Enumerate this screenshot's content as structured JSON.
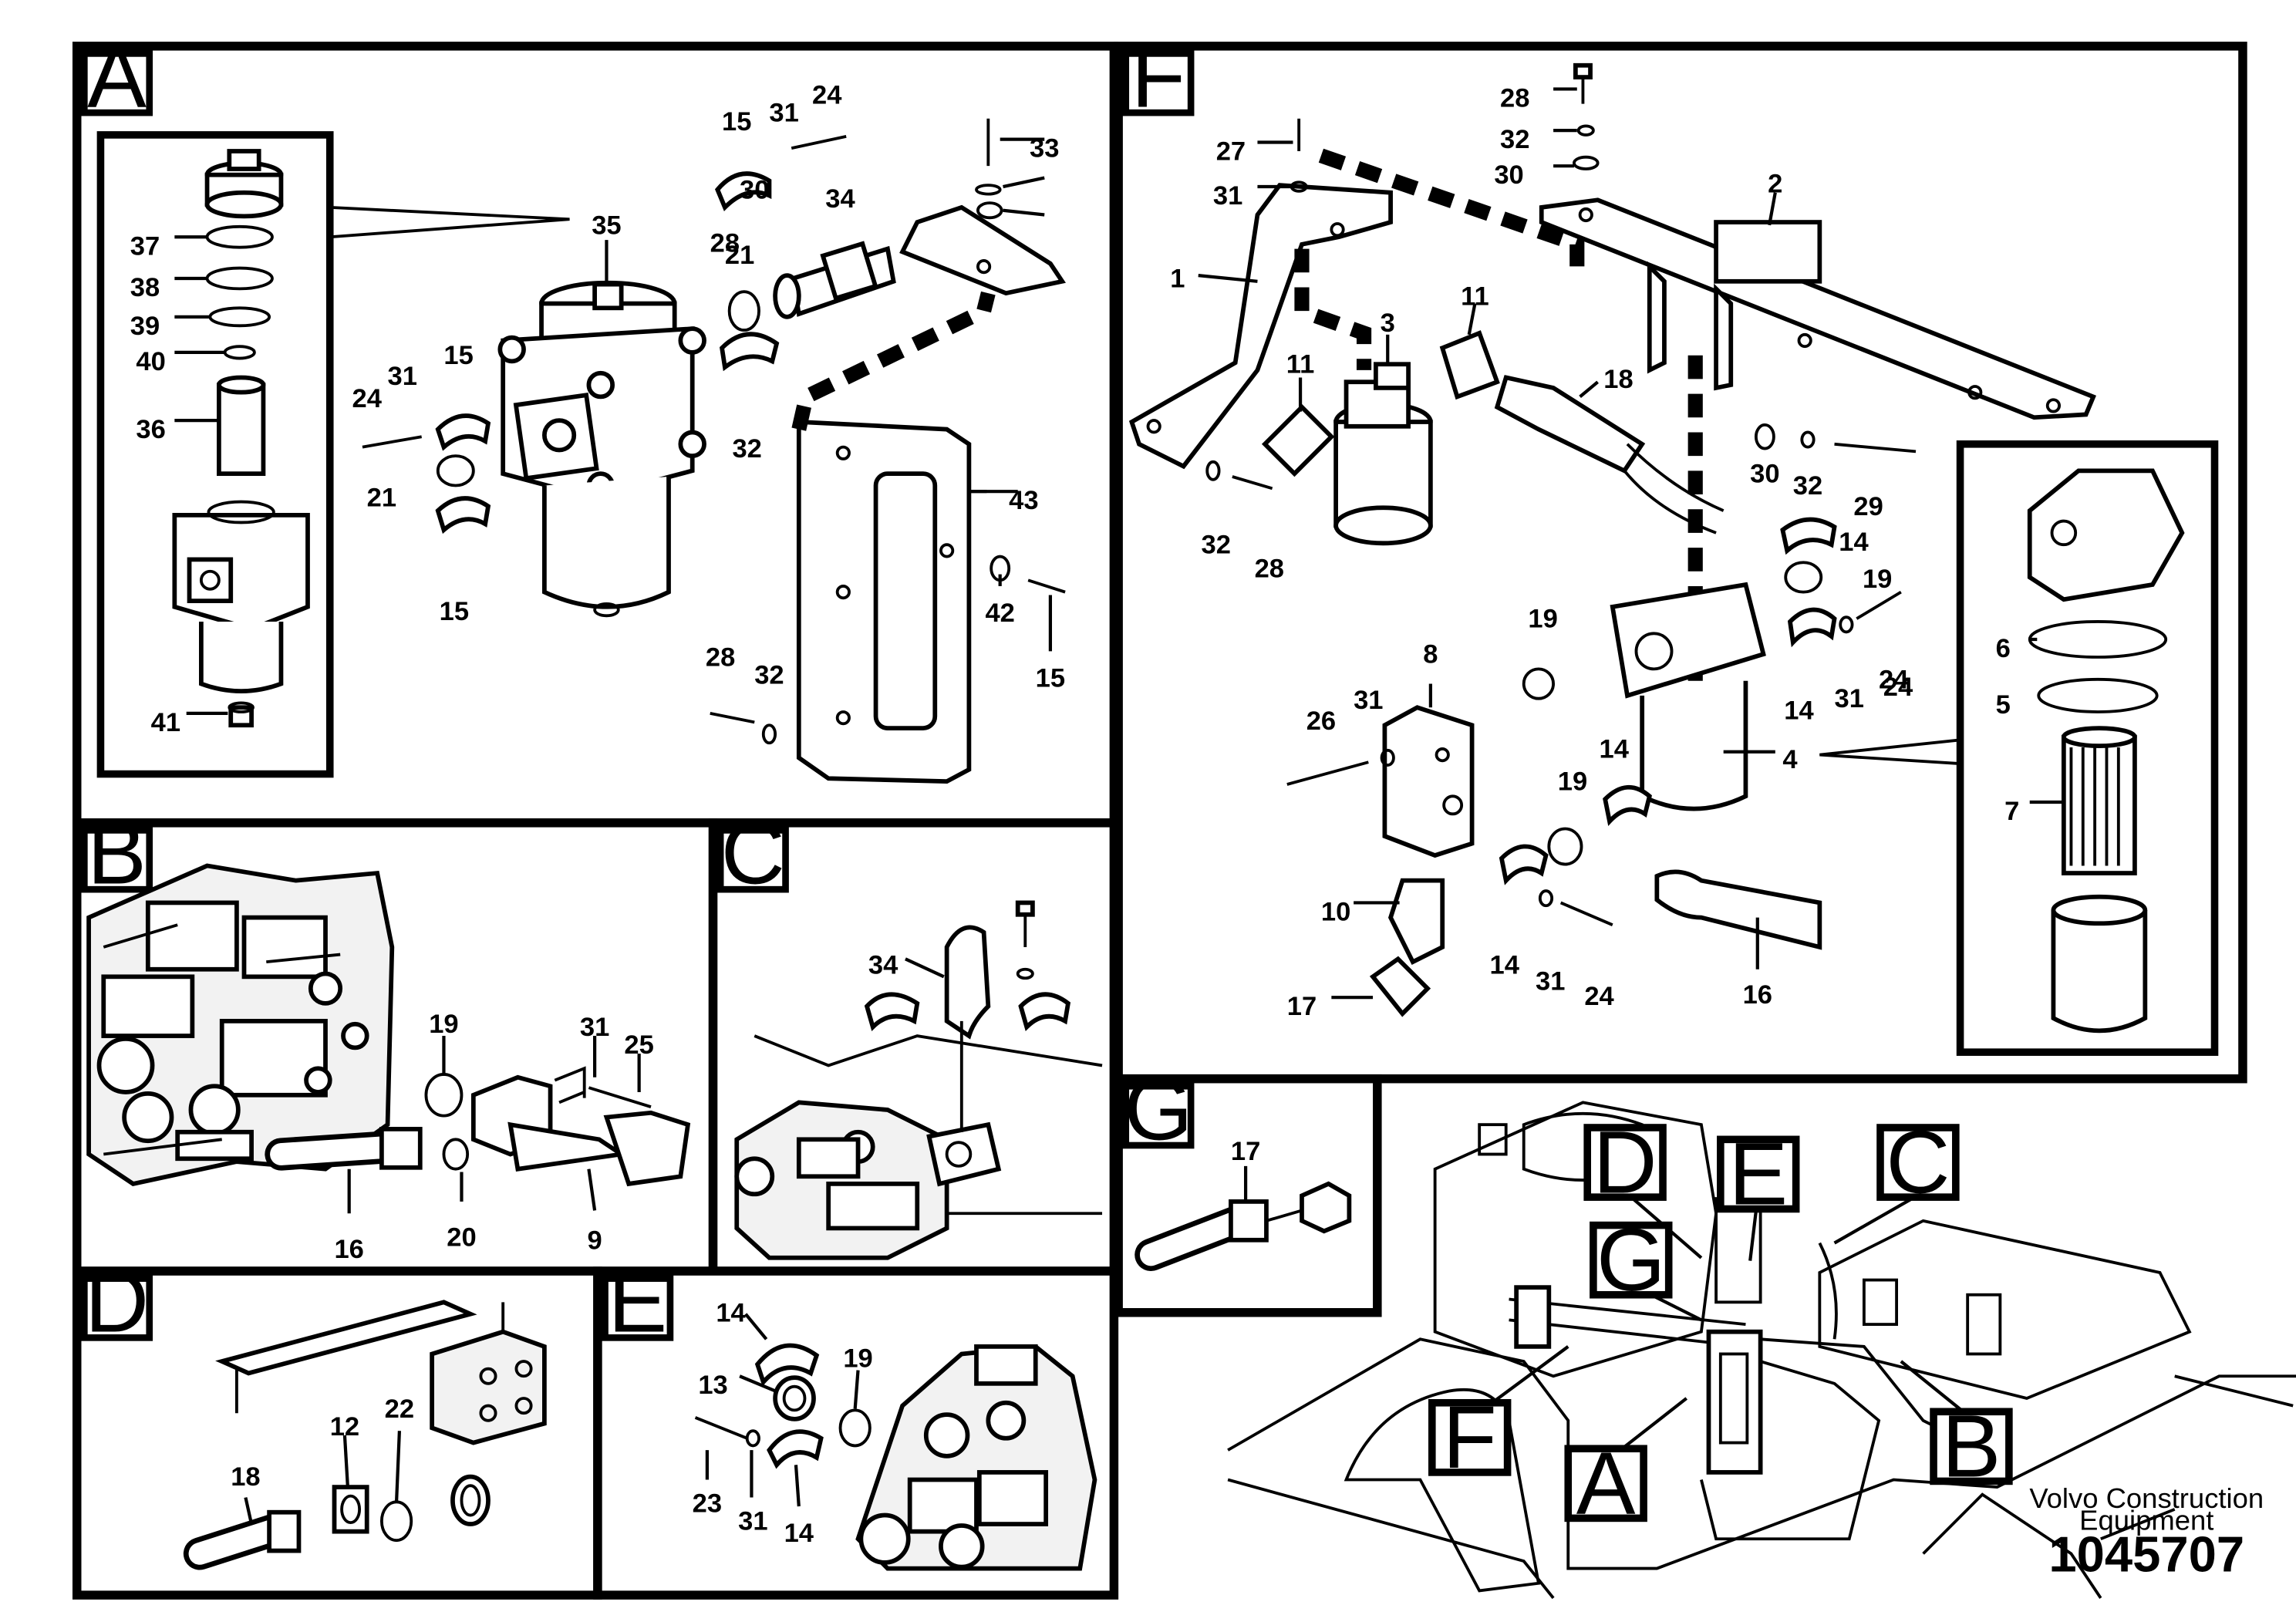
{
  "panels": {
    "A": {
      "label": "A",
      "callouts": [
        "37",
        "38",
        "39",
        "40",
        "36",
        "41",
        "35",
        "15",
        "31",
        "24",
        "34",
        "21",
        "28",
        "32",
        "30",
        "33",
        "43",
        "42",
        "15",
        "21",
        "15",
        "24",
        "31",
        "15",
        "28",
        "32"
      ]
    },
    "B": {
      "label": "B",
      "callouts": [
        "19",
        "31",
        "25",
        "16",
        "20",
        "9"
      ]
    },
    "C": {
      "label": "C",
      "callouts": [
        "34"
      ]
    },
    "D": {
      "label": "D",
      "callouts": [
        "18",
        "12",
        "22"
      ]
    },
    "E": {
      "label": "E",
      "callouts": [
        "14",
        "13",
        "19",
        "23",
        "31",
        "14"
      ]
    },
    "F": {
      "label": "F",
      "callouts": [
        "28",
        "32",
        "30",
        "27",
        "31",
        "1",
        "3",
        "11",
        "11",
        "2",
        "18",
        "32",
        "28",
        "30",
        "32",
        "29",
        "14",
        "19",
        "19",
        "8",
        "31",
        "26",
        "14",
        "31",
        "24",
        "24",
        "6",
        "5",
        "4",
        "7",
        "14",
        "19",
        "10",
        "14",
        "31",
        "24",
        "16",
        "17"
      ]
    },
    "G": {
      "label": "G",
      "callouts": [
        "17"
      ]
    }
  },
  "overview": {
    "callouts": [
      "D",
      "E",
      "C",
      "G",
      "F",
      "A",
      "B"
    ]
  },
  "footer": {
    "brand_line1": "Volvo Construction",
    "brand_line2": "Equipment",
    "doc_number": "1045707"
  }
}
